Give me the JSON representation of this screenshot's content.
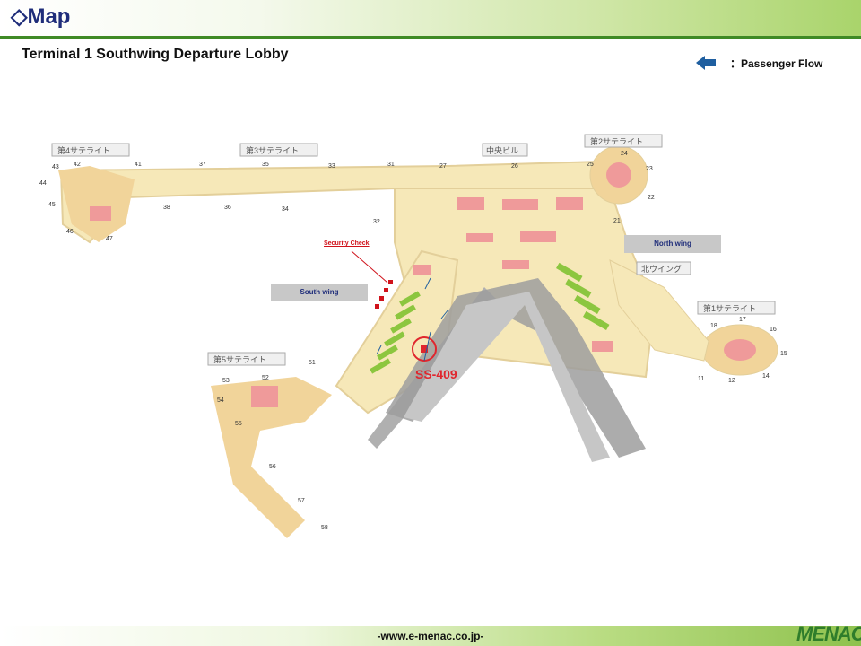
{
  "header": {
    "title": "◇Map"
  },
  "page": {
    "subtitle": "Terminal 1 Southwing Departure Lobby"
  },
  "legend": {
    "text": "：Passenger Flow",
    "arrow_color": "#1f5fa0"
  },
  "map": {
    "satellites": [
      "第4サテライト",
      "第3サテライト",
      "中央ビル",
      "第2サテライト",
      "北ウイング",
      "第1サテライト",
      "第5サテライト"
    ],
    "gates": [
      "43",
      "42",
      "41",
      "37",
      "35",
      "33",
      "31",
      "27",
      "26",
      "25",
      "24",
      "23",
      "22",
      "21",
      "44",
      "45",
      "46",
      "47",
      "38",
      "36",
      "34",
      "32",
      "17",
      "18",
      "16",
      "15",
      "14",
      "12",
      "11",
      "51",
      "52",
      "53",
      "54",
      "55",
      "56",
      "57",
      "58"
    ],
    "south_wing_label": "South wing",
    "north_wing_label": "North wing",
    "security_check_label": "Security Check",
    "location_label": "SS-409"
  },
  "colors": {
    "accent": "#1f2d7a",
    "rule": "#3f8a25",
    "marker": "#e0262d",
    "terminal_fill": "#f6e8b8",
    "shop_fill": "#ef9a9a",
    "counter_fill": "#8cc63f"
  },
  "footer": {
    "url": "-www.e-menac.co.jp-",
    "brand": "MENAC"
  }
}
